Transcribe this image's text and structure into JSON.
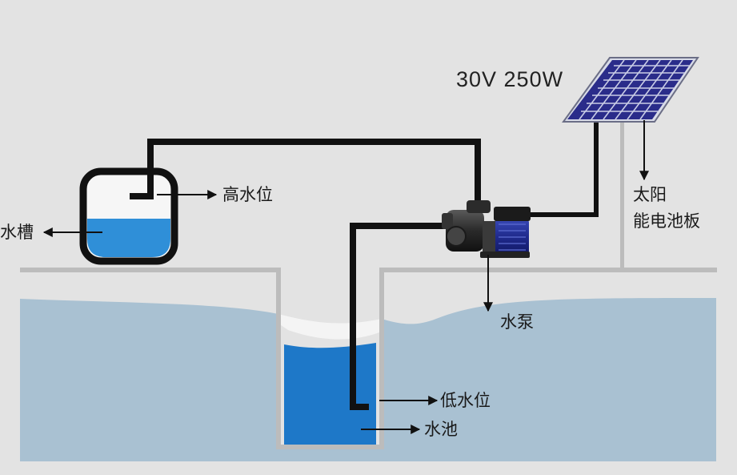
{
  "labels": {
    "spec": "30V  250W",
    "high_level": "高水位",
    "tank": "水槽",
    "solar_panel_line1": "太阳",
    "solar_panel_line2": "能电池板",
    "pump": "水泵",
    "low_level": "低水位",
    "pool": "水池"
  },
  "colors": {
    "background": "#e3e3e3",
    "ground_water": "#a9c1d2",
    "pool_water": "#1e78c8",
    "tank_water": "#2f8fd8",
    "pipe": "#111111",
    "ground_line": "#bcbcbc",
    "panel_cell": "#2a2c8a",
    "pump_motor": "#1f2a8c"
  },
  "icons": [
    "solar-panel-icon",
    "water-pump-icon",
    "water-tank-icon",
    "arrow-icon"
  ]
}
